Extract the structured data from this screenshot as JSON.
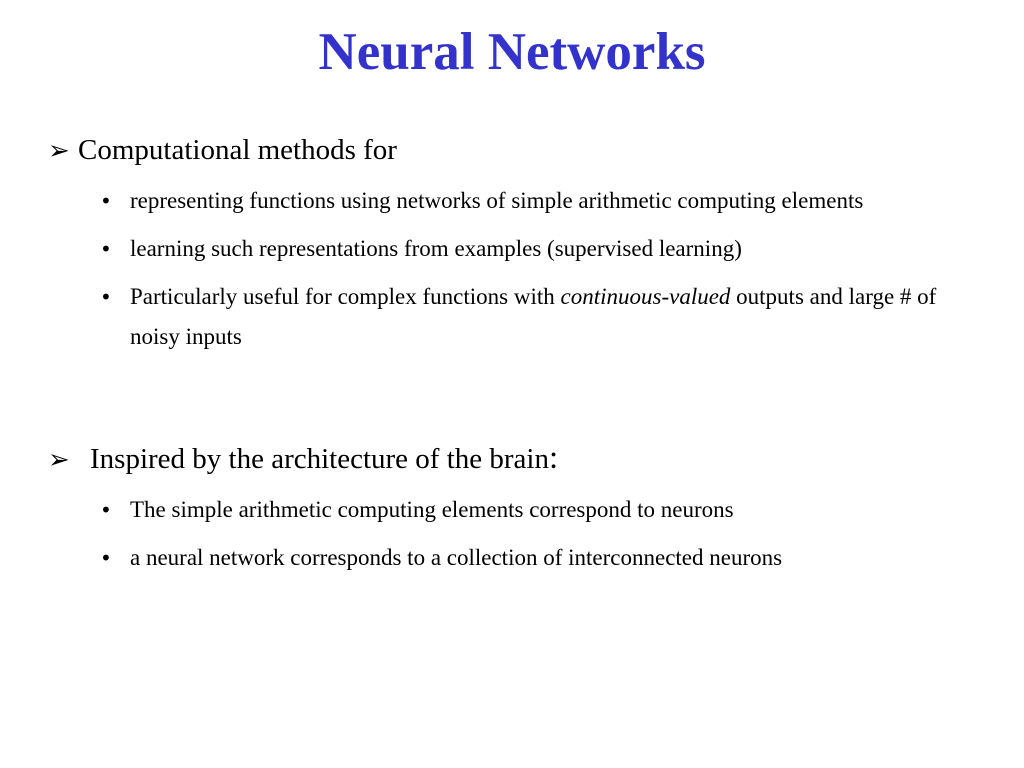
{
  "slide": {
    "title": "Neural Networks",
    "title_color": "#3333cc",
    "sections": [
      {
        "marker_icon": "arrowhead-bullet-icon",
        "heading": "Computational methods for",
        "items": [
          {
            "text": "representing functions using networks of simple arithmetic computing elements"
          },
          {
            "text": "learning such representations from examples (supervised learning)"
          },
          {
            "text_before": "Particularly useful for complex functions with ",
            "text_italic": "continuous-valued",
            "text_after": " outputs and large # of noisy inputs"
          }
        ]
      },
      {
        "marker_icon": "arrowhead-bullet-icon",
        "heading": "Inspired by the architecture of the brain",
        "heading_suffix": ":",
        "items": [
          {
            "text": "The simple arithmetic computing elements correspond to neurons"
          },
          {
            "text": "a neural network corresponds to a collection of interconnected neurons"
          }
        ]
      }
    ]
  }
}
